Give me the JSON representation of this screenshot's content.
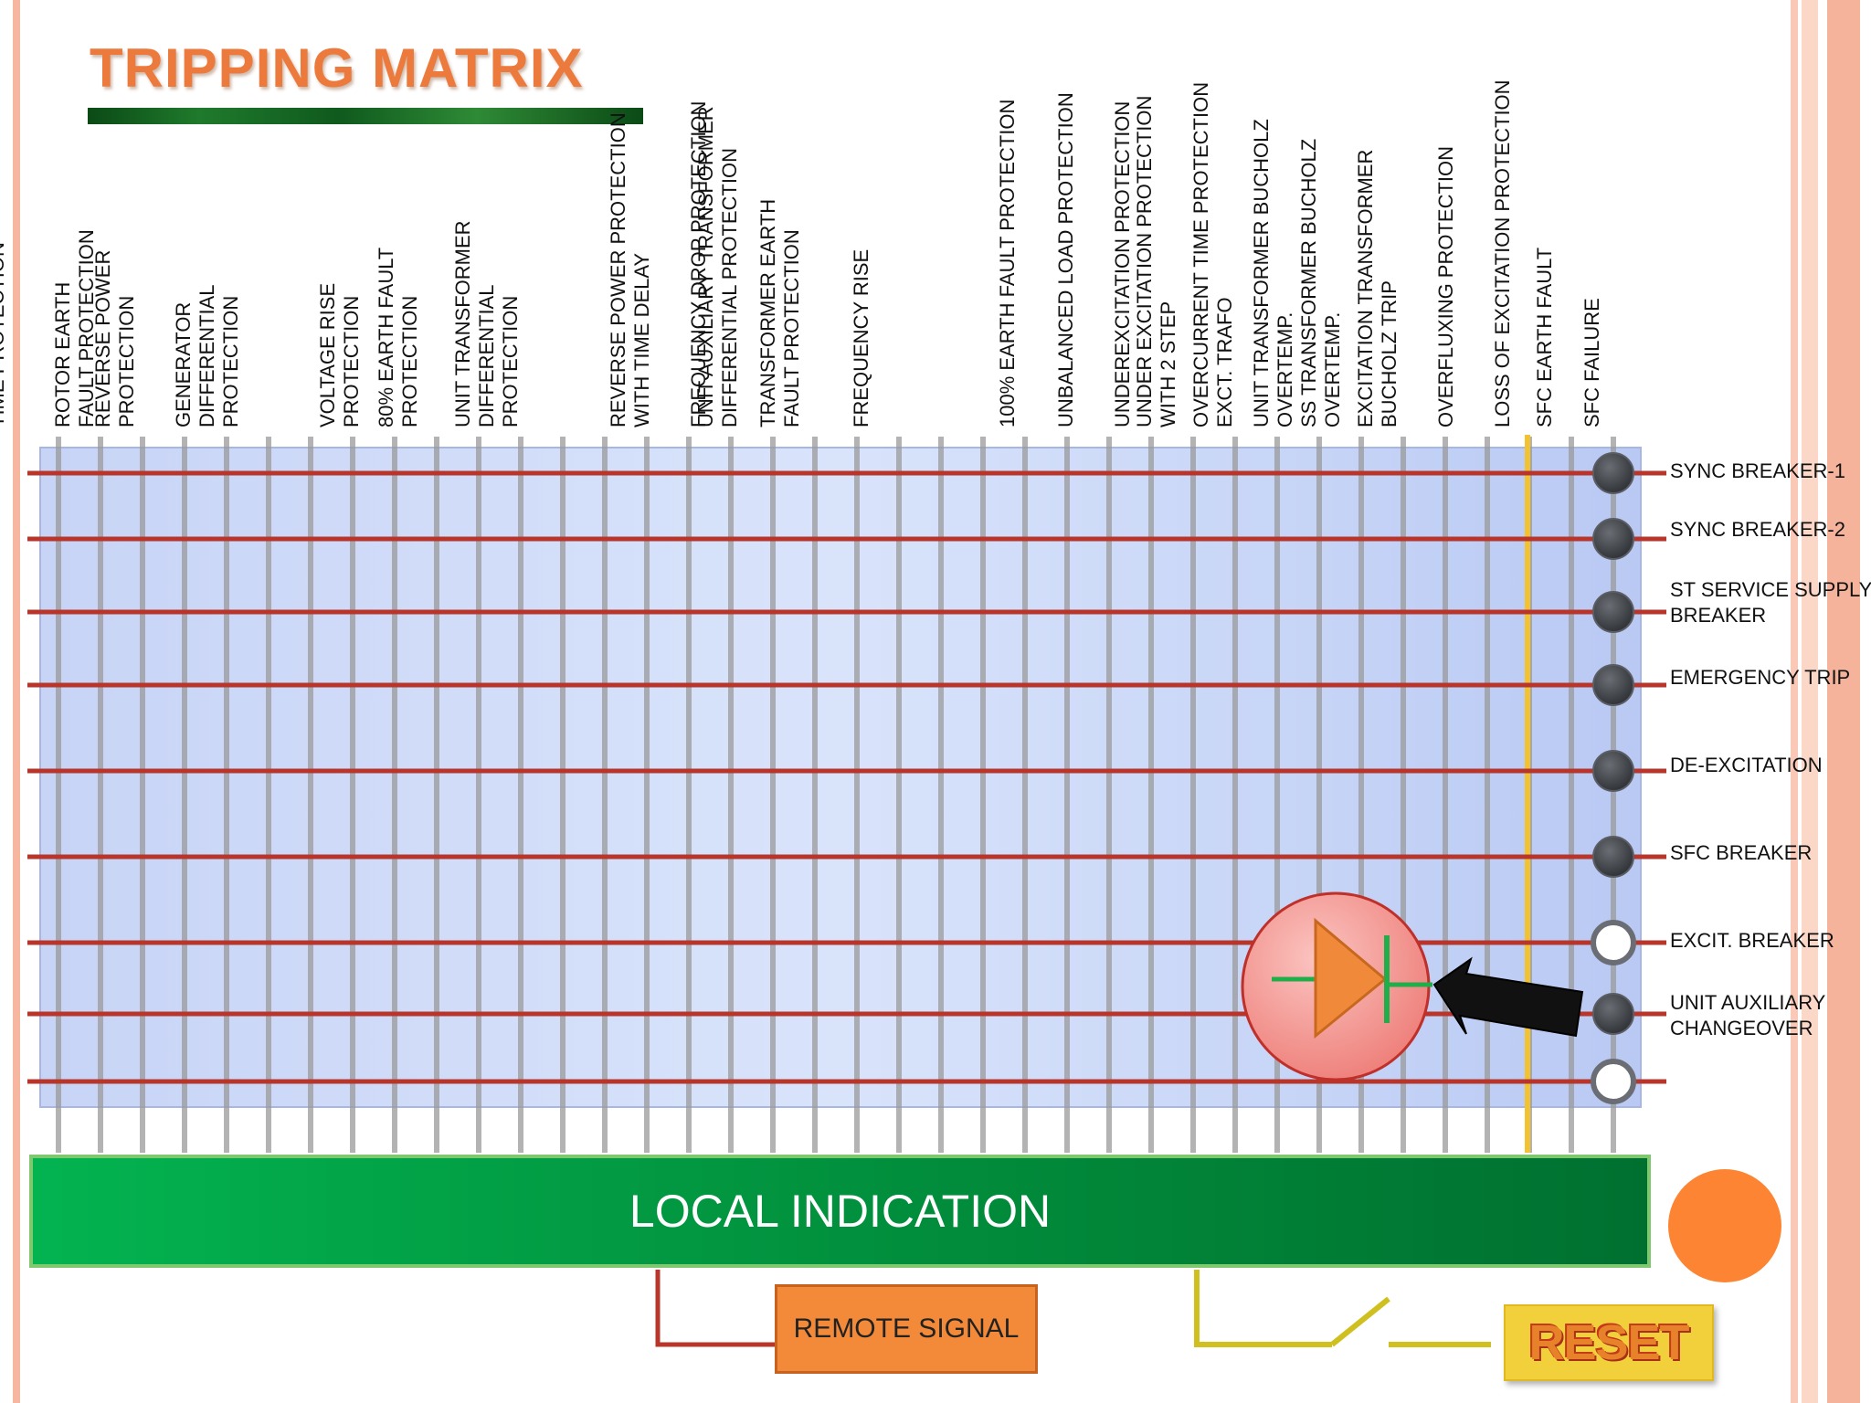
{
  "title": "TRIPPING MATRIX",
  "columns": [
    "SS TRAFO OVERCURRENT\nTIME PROTECTION",
    "ROTOR EARTH\nFAULT PROTECTION",
    "REVERSE POWER\nPROTECTION",
    "GENERATOR\nDIFFERENTIAL\nPROTECTION",
    "VOLTAGE RISE\nPROTECTION",
    "80% EARTH FAULT\nPROTECTION",
    "UNIT TRANSFORMER\nDIFFERENTIAL\nPROTECTION",
    "REVERSE POWER PROTECTION\nWITH TIME DELAY",
    "FREQUENCY DROP PROTECTION",
    "UNIT AUXILIARY  TRANSFORMER\nDIFFERENTIAL PROTECTION",
    "TRANSFORMER EARTH\nFAULT PROTECTION",
    "FREQUENCY RISE",
    "100% EARTH FAULT PROTECTION",
    "UNBALANCED LOAD PROTECTION",
    "UNDEREXCITATION PROTECTION",
    "UNDER EXCITATION PROTECTION\nWITH 2 STEP",
    "OVERCURRENT TIME PROTECTION\nEXCT. TRAFO",
    "UNIT TRANSFORMER BUCHOLZ\nOVERTEMP.",
    "SS TRANSFORMER BUCHOLZ\nOVERTEMP.",
    "EXCITATION TRANSFORMER\nBUCHOLZ TRIP",
    "OVERFLUXING PROTECTION",
    "LOSS OF EXCITATION PROTECTION",
    "SFC EARTH FAULT",
    "SFC FAILURE"
  ],
  "rows": [
    {
      "label": "SYNC BREAKER-1",
      "indicator": "dark"
    },
    {
      "label": "SYNC BREAKER-2",
      "indicator": "dark"
    },
    {
      "label": "ST SERVICE SUPPLY\nBREAKER",
      "indicator": "dark"
    },
    {
      "label": "EMERGENCY TRIP",
      "indicator": "dark"
    },
    {
      "label": "DE-EXCITATION",
      "indicator": "dark"
    },
    {
      "label": "SFC BREAKER",
      "indicator": "dark"
    },
    {
      "label": "EXCIT. BREAKER",
      "indicator": "white"
    },
    {
      "label": "UNIT AUXILIARY\nCHANGEOVER",
      "indicator": "dark"
    },
    {
      "label": "",
      "indicator": "white"
    }
  ],
  "local_indication": "LOCAL INDICATION",
  "remote_signal": "REMOTE SIGNAL",
  "reset": "RESET",
  "colors": {
    "grid_bg": "#cfdcf7",
    "row_line": "#b8352b",
    "col_line": "#9a9a9a",
    "highlight_col": "#f2c230",
    "green_bar": "#02a048",
    "remote_box": "#f28a3a",
    "reset_bg": "#f2d03c",
    "diode_circle": "#f08a86"
  }
}
